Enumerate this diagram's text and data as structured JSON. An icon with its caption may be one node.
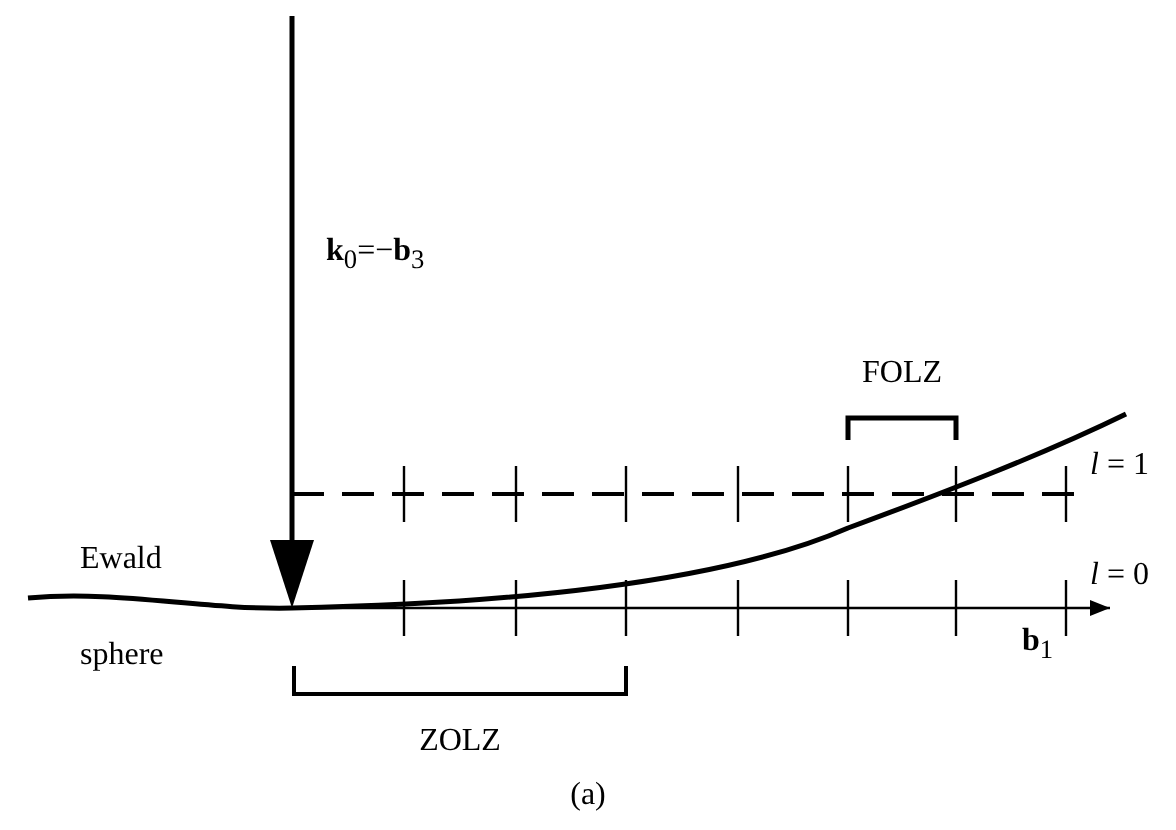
{
  "diagram": {
    "caption": "(a)",
    "labels": [
      "**k**$_{0}$=−**b**$_{3}$",
      "FOLZ",
      "*l* = 1",
      "Ewald sphere",
      "*l* = 0",
      "**b**$_{1}$",
      "ZOLZ"
    ]
  }
}
